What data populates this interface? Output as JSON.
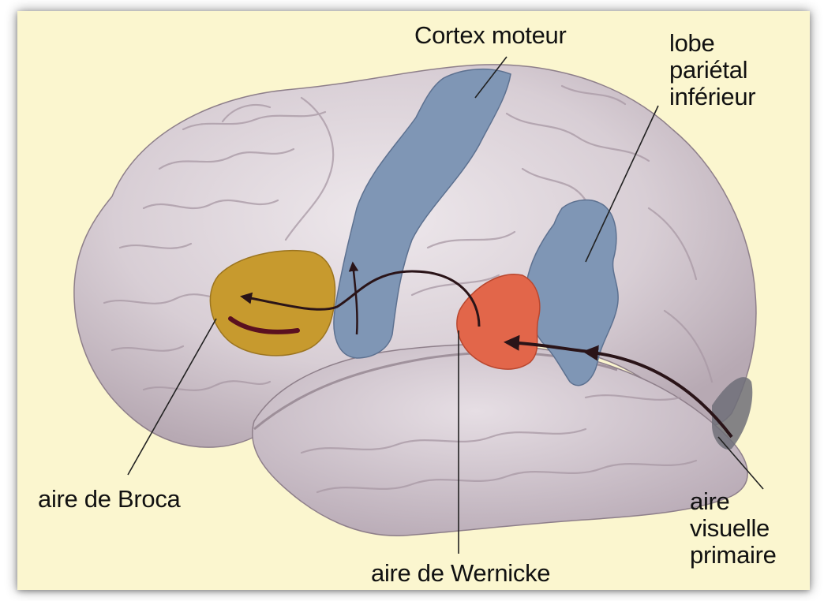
{
  "labels": {
    "motor_cortex": "Cortex moteur",
    "parietal": [
      "lobe",
      "pariétal",
      "inférieur"
    ],
    "broca": "aire de Broca",
    "wernicke": "aire de Wernicke",
    "visual": [
      "aire",
      "visuelle",
      "primaire"
    ]
  },
  "colors": {
    "background": "#fbf6cf",
    "brain": "#d9d0d6",
    "motor_area": "#7f96b5",
    "parietal_area": "#7f96b5",
    "broca_area": "#c79a2e",
    "wernicke_area": "#e2664a",
    "pathway": "#2a1418"
  }
}
